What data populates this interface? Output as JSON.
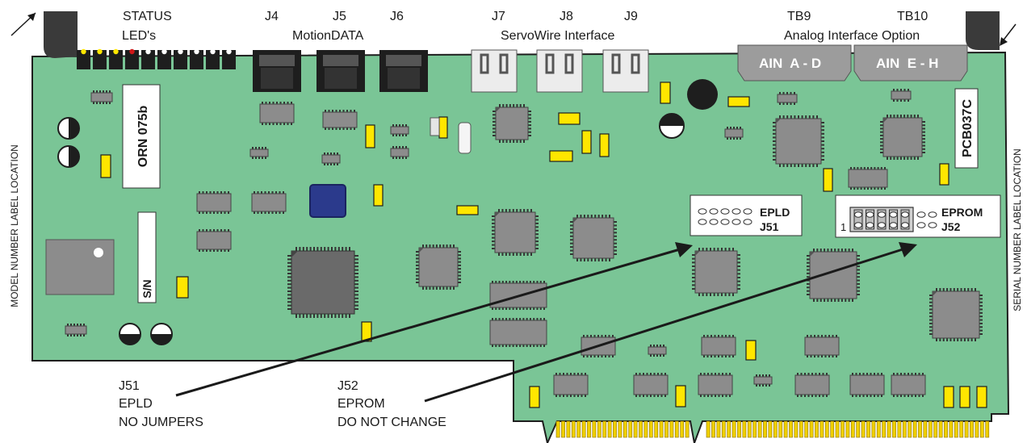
{
  "colors": {
    "board": "#7ac596",
    "board_edge": "#1e1e1e",
    "chip": "#8c8c8c",
    "chip_dark": "#6a6a6a",
    "yellow": "#ffe600",
    "gold": "#f0d000",
    "blue_chip": "#2b3a8c",
    "connector_gray": "#9c9c9c"
  },
  "top_labels": {
    "status": "STATUS",
    "leds": "LED's",
    "j4": "J4",
    "j5": "J5",
    "j6": "J6",
    "motiondata": "MotionDATA",
    "j7": "J7",
    "j8": "J8",
    "j9": "J9",
    "servowire": "ServoWire Interface",
    "tb9": "TB9",
    "tb10": "TB10",
    "analog": "Analog Interface Option"
  },
  "connectors": {
    "ain_ad": "AIN  A - D",
    "ain_eh": "AIN  E - H"
  },
  "side_labels": {
    "model": "MODEL NUMBER LABEL LOCATION",
    "serial": "SERIAL NUMBER LABEL LOCATION"
  },
  "board_labels": {
    "orn": "ORN 075b",
    "pcb": "PCB037C",
    "sn": "S/N",
    "epld": "EPLD",
    "j51": "J51",
    "eprom": "EPROM",
    "j52": "J52",
    "pin1": "1"
  },
  "callouts": {
    "j51_lines": [
      "J51",
      "EPLD",
      "NO JUMPERS"
    ],
    "j52_lines": [
      "J52",
      "EPROM",
      "DO NOT CHANGE"
    ]
  }
}
